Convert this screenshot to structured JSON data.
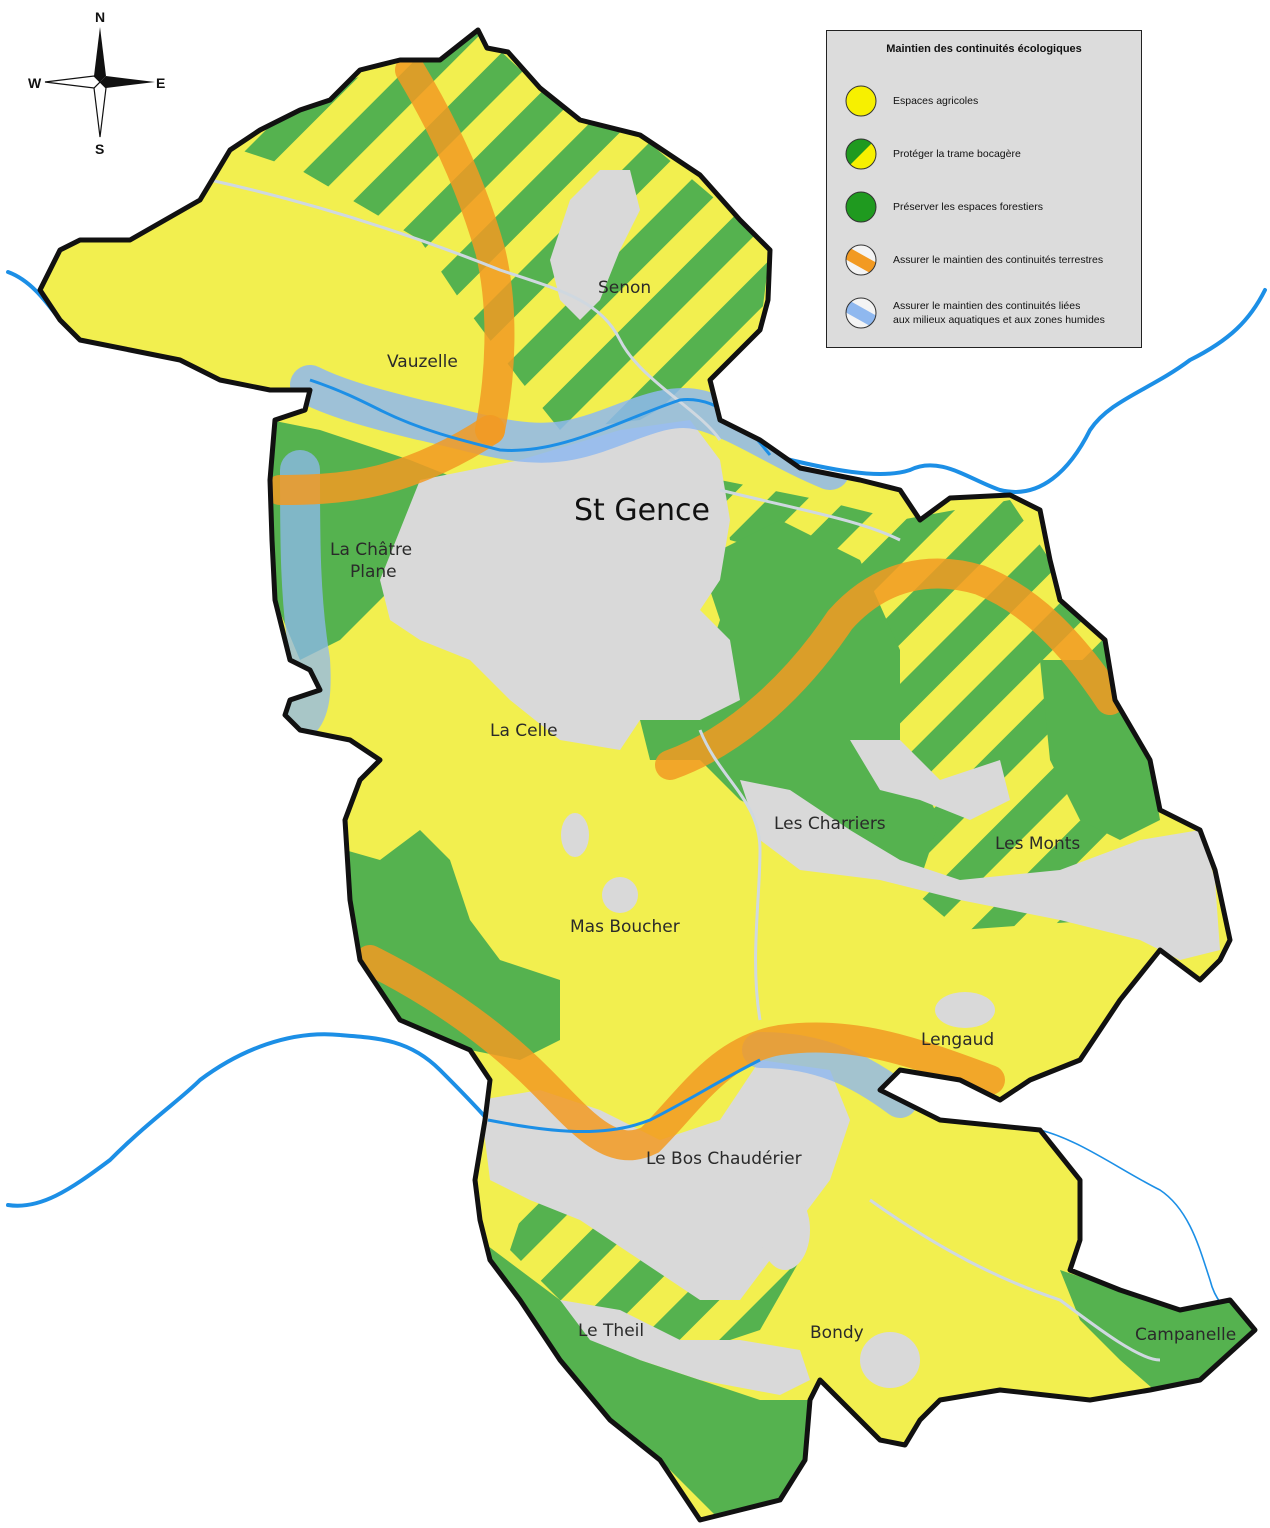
{
  "colors": {
    "agricultural": "#f2ef4f",
    "forest": "#55b24f",
    "urban": "#d9d9d9",
    "terrestrial_corridor": "#f29a22",
    "aquatic_corridor": "#8fb8ef",
    "river": "#1c8fe6",
    "border": "#111111"
  },
  "compass": {
    "north": "N",
    "south": "S",
    "east": "E",
    "west": "W"
  },
  "legend": {
    "title": "Maintien des continuités écologiques",
    "items": [
      {
        "label": "Espaces agricoles",
        "icon": "yellow-circle-icon"
      },
      {
        "label": "Protéger la trame bocagère",
        "icon": "yellow-green-split-circle-icon"
      },
      {
        "label": "Préserver les espaces forestiers",
        "icon": "green-circle-icon"
      },
      {
        "label": "Assurer le maintien des continuités terrestres",
        "icon": "orange-band-circle-icon"
      },
      {
        "label": "Assurer le maintien des continuités liées\naux milieux aquatiques et aux zones humides",
        "icon": "blue-band-circle-icon"
      }
    ]
  },
  "places": {
    "town": "St Gence",
    "vauzelle": "Vauzelle",
    "senon": "Senon",
    "la_chatre_line1": "La Châtre",
    "la_chatre_line2": "Plane",
    "la_celle": "La Celle",
    "les_charriers": "Les Charriers",
    "les_monts": "Les Monts",
    "mas_boucher": "Mas Boucher",
    "lengaud": "Lengaud",
    "le_bos": "Le Bos Chaudérier",
    "le_theil": "Le Theil",
    "bondy": "Bondy",
    "campanelle": "Campanelle"
  }
}
